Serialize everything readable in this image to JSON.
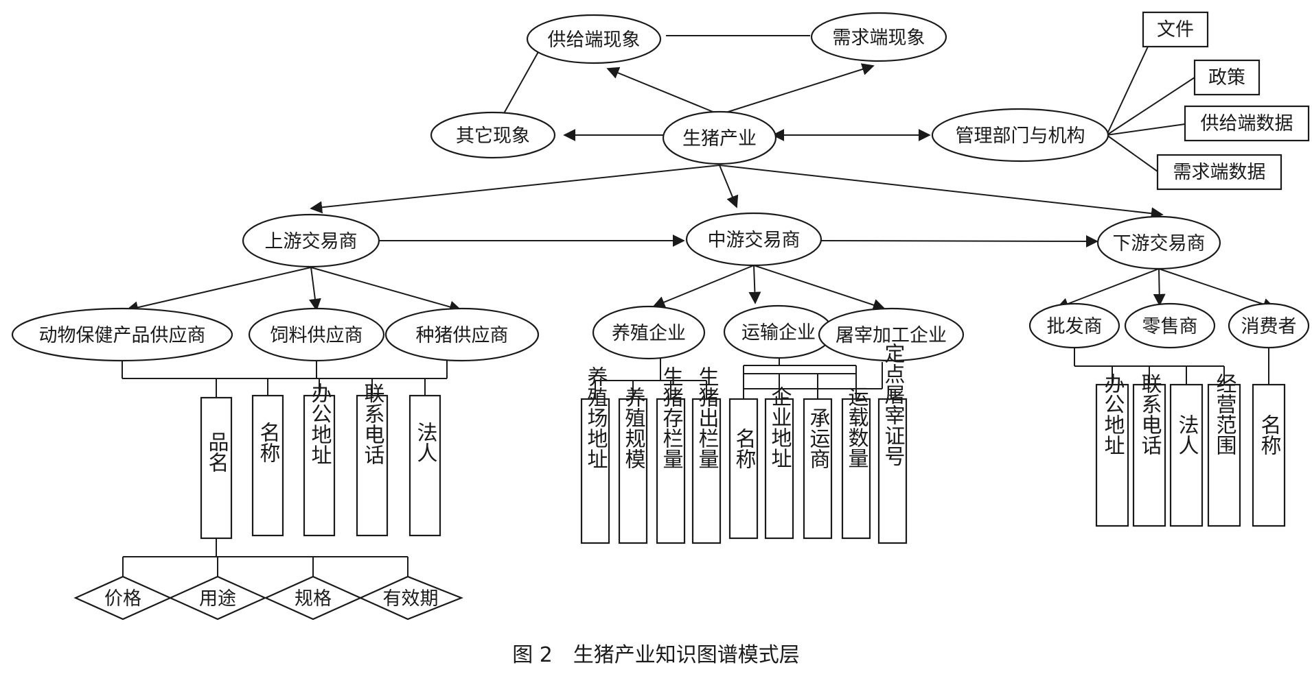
{
  "diagram": {
    "center": "生猪产业",
    "phenomena": [
      "供给端现象",
      "需求端现象",
      "其它现象"
    ],
    "management": {
      "label": "管理部门与机构",
      "attributes": [
        "文件",
        "政策",
        "供给端数据",
        "需求端数据"
      ]
    },
    "upstream": {
      "label": "上游交易商",
      "suppliers": [
        "动物保健产品供应商",
        "饲料供应商",
        "种猪供应商"
      ],
      "attributes": [
        "品名",
        "名称",
        "办公地址",
        "联系电话",
        "法人"
      ],
      "product_attributes": [
        "价格",
        "用途",
        "规格",
        "有效期"
      ]
    },
    "midstream": {
      "label": "中游交易商",
      "companies": [
        "养殖企业",
        "运输企业",
        "屠宰加工企业"
      ],
      "attributes": [
        "养殖场地址",
        "养殖规模",
        "生猪存栏量",
        "生猪出栏量",
        "名称",
        "企业地址",
        "承运商",
        "运载数量",
        "定点屠宰证号"
      ]
    },
    "downstream": {
      "label": "下游交易商",
      "parties": [
        "批发商",
        "零售商",
        "消费者"
      ],
      "attributes": [
        "办公地址",
        "联系电话",
        "法人",
        "经营范围",
        "名称"
      ]
    }
  },
  "caption": "图 2　生猪产业知识图谱模式层"
}
